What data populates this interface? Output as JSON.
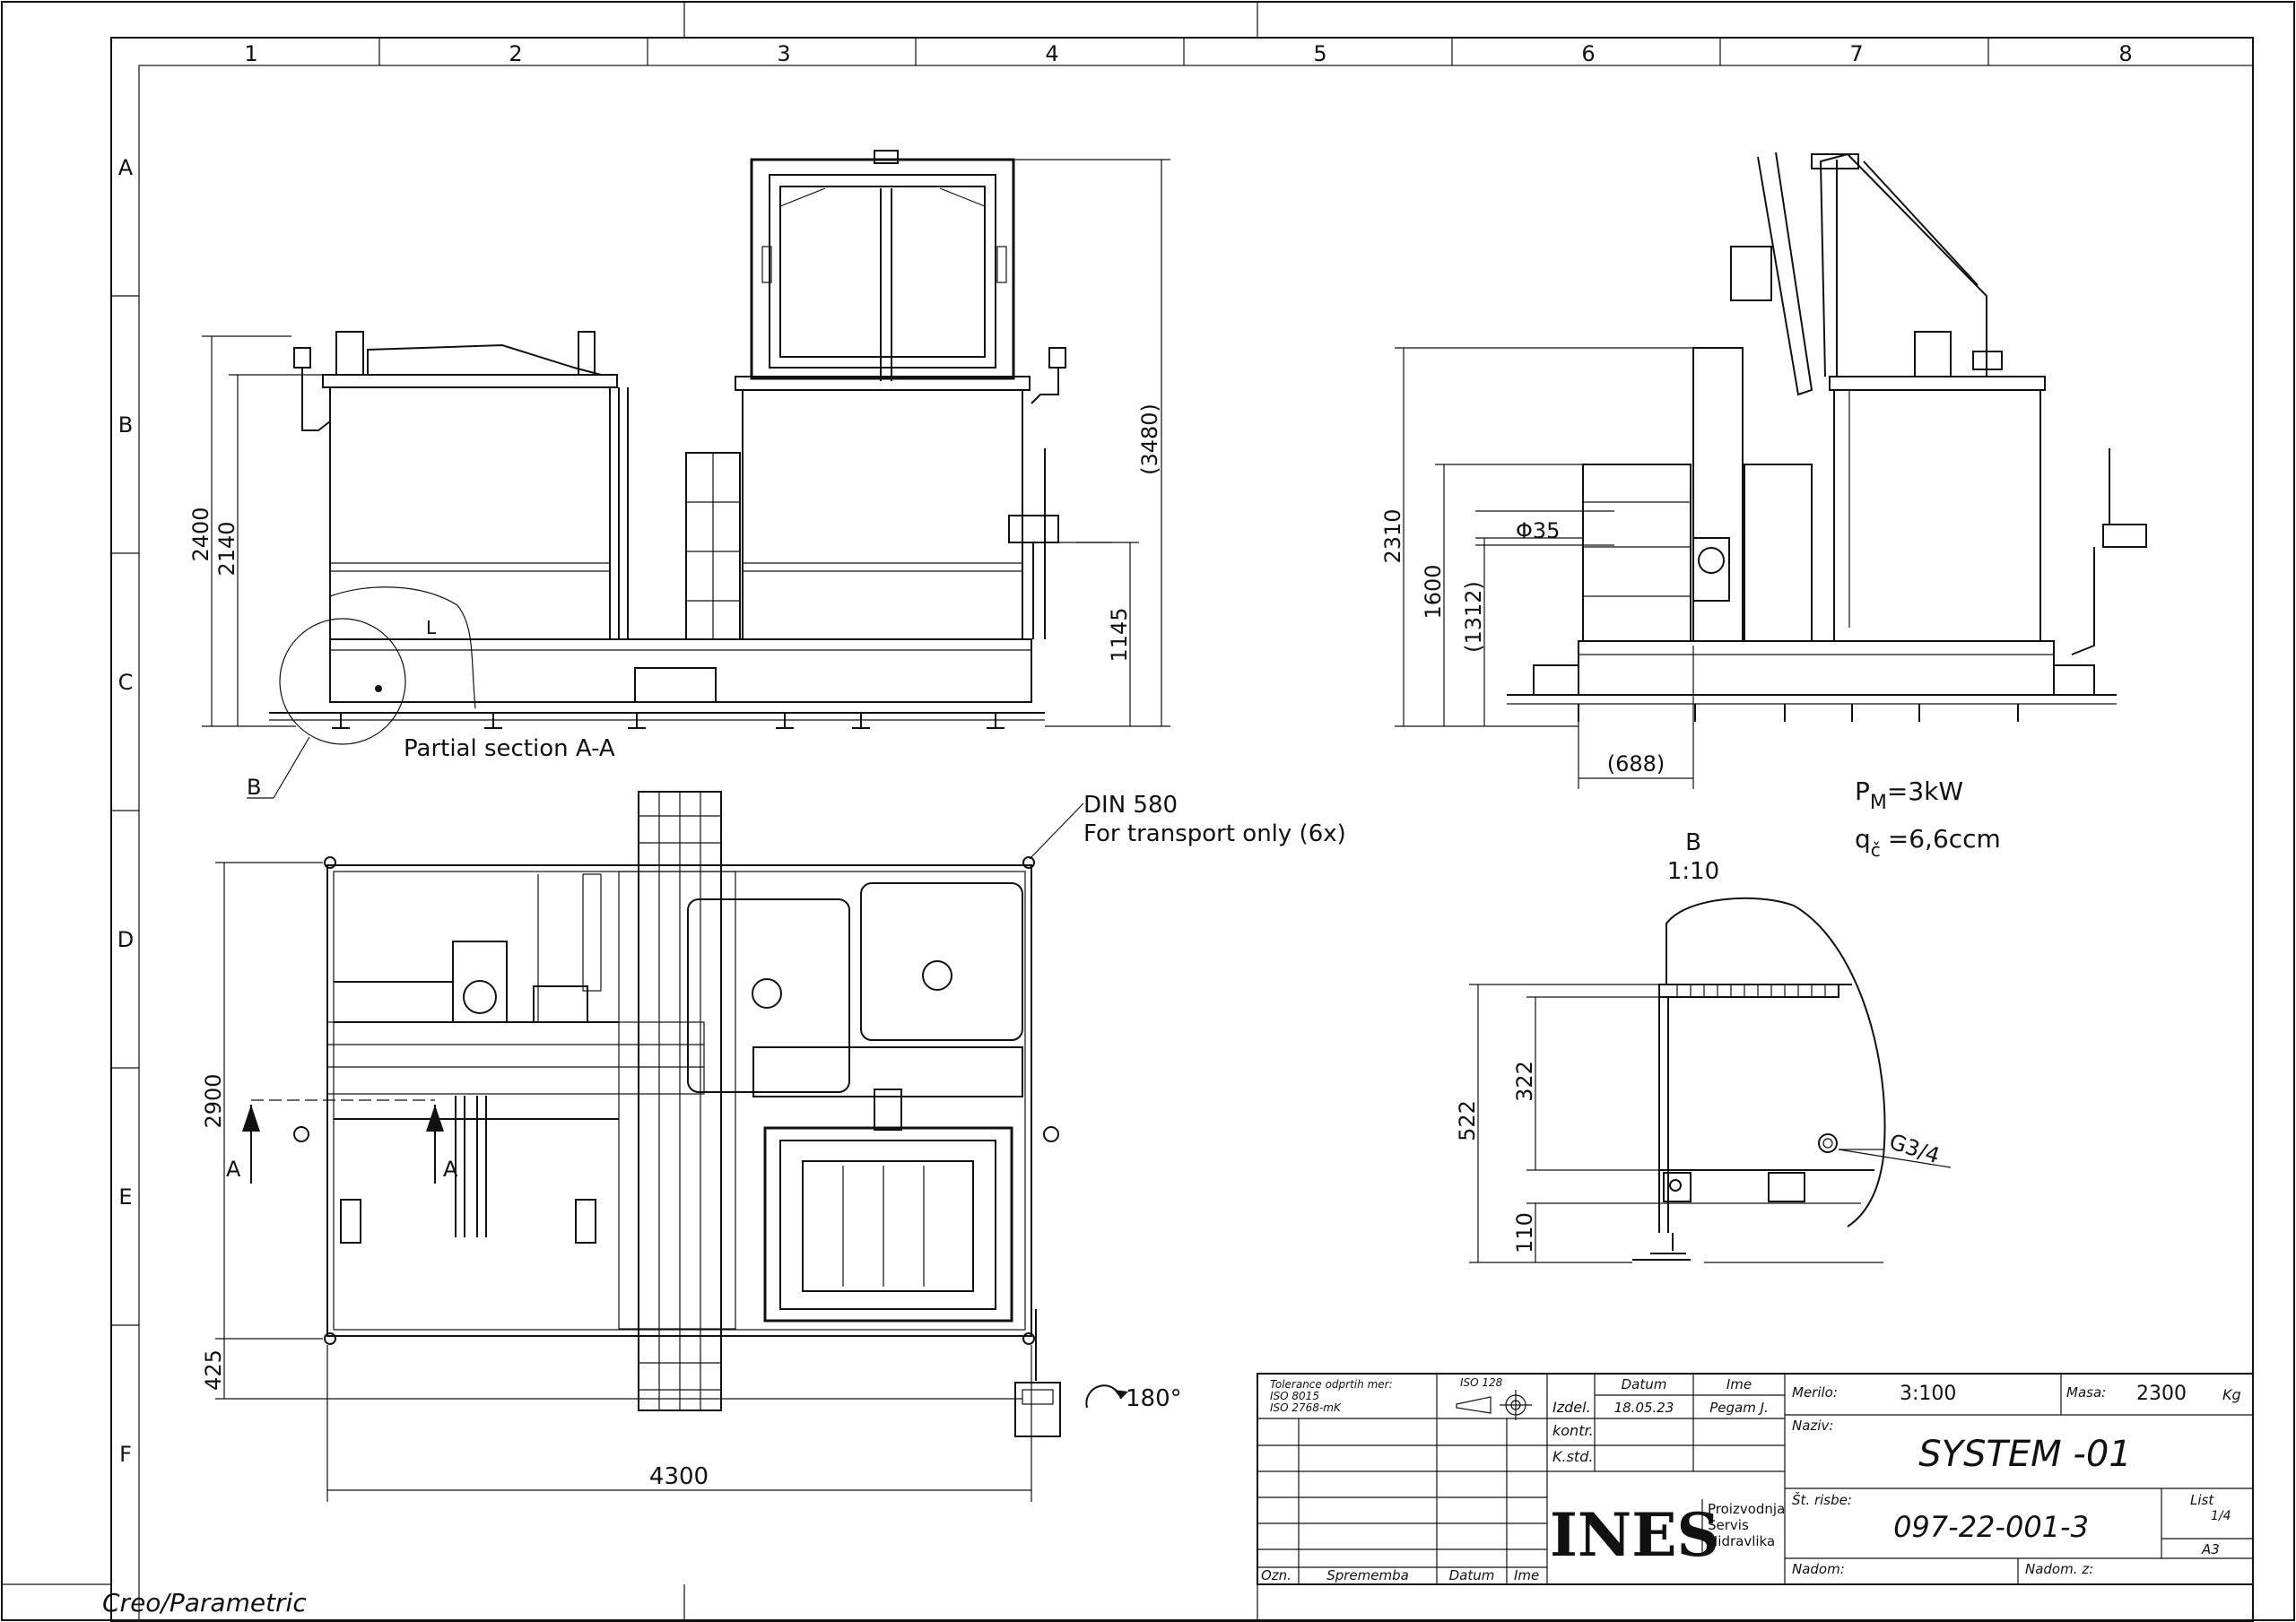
{
  "frame": {
    "columns": [
      "1",
      "2",
      "3",
      "4",
      "5",
      "6",
      "7",
      "8"
    ],
    "rows": [
      "A",
      "B",
      "C",
      "D",
      "E",
      "F"
    ],
    "software": "Creo/Parametric"
  },
  "front_view": {
    "dims": {
      "h_total": "2400",
      "h_body": "2140",
      "h_overall": "(3480)",
      "h_panel": "1145"
    },
    "section_label": "Partial section A-A",
    "detail_callout": "B",
    "section_mark": "L"
  },
  "side_view": {
    "dims": {
      "h_total": "2310",
      "h_mid": "1600",
      "h_inner": "(1312)",
      "diameter": "Φ35",
      "width": "(688)"
    }
  },
  "specs": {
    "pm_label": "P",
    "pm_sub": "M",
    "pm_value": "=3kW",
    "q_label": "q",
    "q_sub": "č",
    "q_value": "=6,6ccm"
  },
  "plan_view": {
    "note_line1": "DIN 580",
    "note_line2": "For transport only (6x)",
    "section_a": "A",
    "dims": {
      "depth": "2900",
      "handle": "425",
      "length": "4300"
    },
    "rotation": "180°"
  },
  "detail_b": {
    "label": "B",
    "scale": "1:10",
    "dims": {
      "total": "522",
      "upper": "322",
      "lower": "110"
    },
    "thread": "G3/4"
  },
  "title_block": {
    "tolerance_lines": [
      "Tolerance odprtih mer:",
      "ISO 8015",
      "ISO 2768-mK"
    ],
    "iso_proj": "ISO 128",
    "col_datum": "Datum",
    "col_ime": "Ime",
    "row_izdel": "Izdel.",
    "row_kontr": "kontr.",
    "row_kstd": "K.std.",
    "izdel_date": "18.05.23",
    "izdel_name": "Pegam J.",
    "rev_ozn": "Ozn.",
    "rev_sprememba": "Sprememba",
    "rev_datum": "Datum",
    "rev_ime": "Ime",
    "company_logo": "INES",
    "company_lines": [
      "Proizvodnja",
      "Servis",
      "Hidravlika"
    ],
    "merilo_label": "Merilo:",
    "merilo": "3:100",
    "masa_label": "Masa:",
    "masa": "2300",
    "masa_unit": "Kg",
    "naziv_label": "Naziv:",
    "title": "SYSTEM -01",
    "st_risbe_label": "Št. risbe:",
    "drawing_no": "097-22-001-3",
    "list_label": "List",
    "list_value": "1/4",
    "format": "A3",
    "nadom_label": "Nadom:",
    "nadom_z_label": "Nadom. z:"
  }
}
